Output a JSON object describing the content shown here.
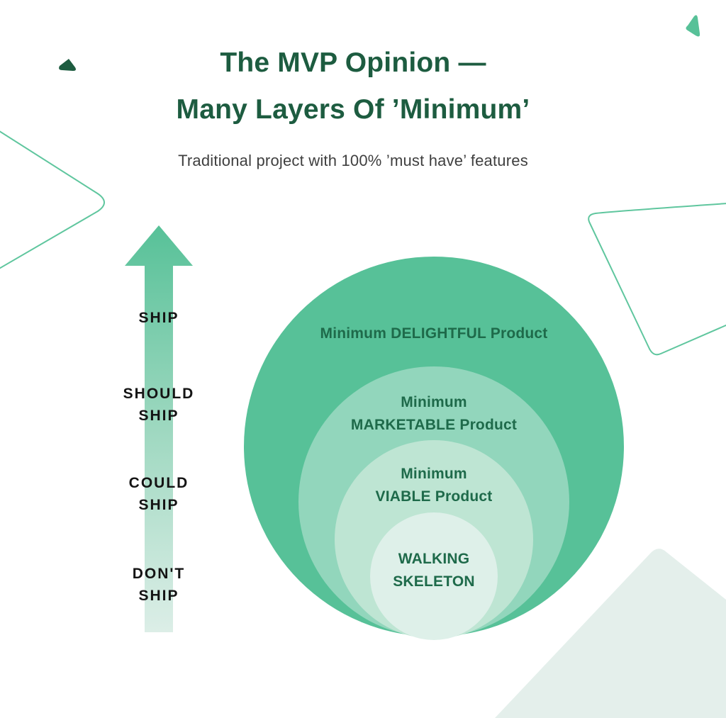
{
  "title": {
    "line1": "The MVP Opinion —",
    "line2": "Many Layers Of ’Minimum’"
  },
  "subtitle": "Traditional project with 100% ’must have’ features",
  "diagram": {
    "type": "nested-circles",
    "rings": [
      {
        "label_line1": "Minimum DELIGHTFUL Product",
        "label_line2": "",
        "color": "#57c198"
      },
      {
        "label_line1": "Minimum",
        "label_line2": "MARKETABLE Product",
        "color": "#92d6bc"
      },
      {
        "label_line1": "Minimum",
        "label_line2": "VIABLE Product",
        "color": "#bee5d3"
      },
      {
        "label_line1": "WALKING",
        "label_line2": "SKELETON",
        "color": "#def0e9"
      }
    ],
    "axis": {
      "direction": "up",
      "labels": [
        {
          "line1": "SHIP",
          "line2": ""
        },
        {
          "line1": "SHOULD",
          "line2": "SHIP"
        },
        {
          "line1": "COULD",
          "line2": "SHIP"
        },
        {
          "line1": "DON'T",
          "line2": "SHIP"
        }
      ]
    }
  },
  "colors": {
    "title_text": "#1d5c40",
    "subtitle_text": "#3f3f3f",
    "ring_label_text": "#1e6a4a",
    "ship_label_text": "#141414",
    "arrow_top": "#57c198",
    "arrow_mid": "#9ed8c0",
    "arrow_bottom": "#dceee7",
    "decor_dark_leaf": "#1d5c40",
    "decor_green_wedge": "#57c198",
    "decor_outline": "#5fc69e",
    "decor_corner_fill": "#e4efeb"
  }
}
